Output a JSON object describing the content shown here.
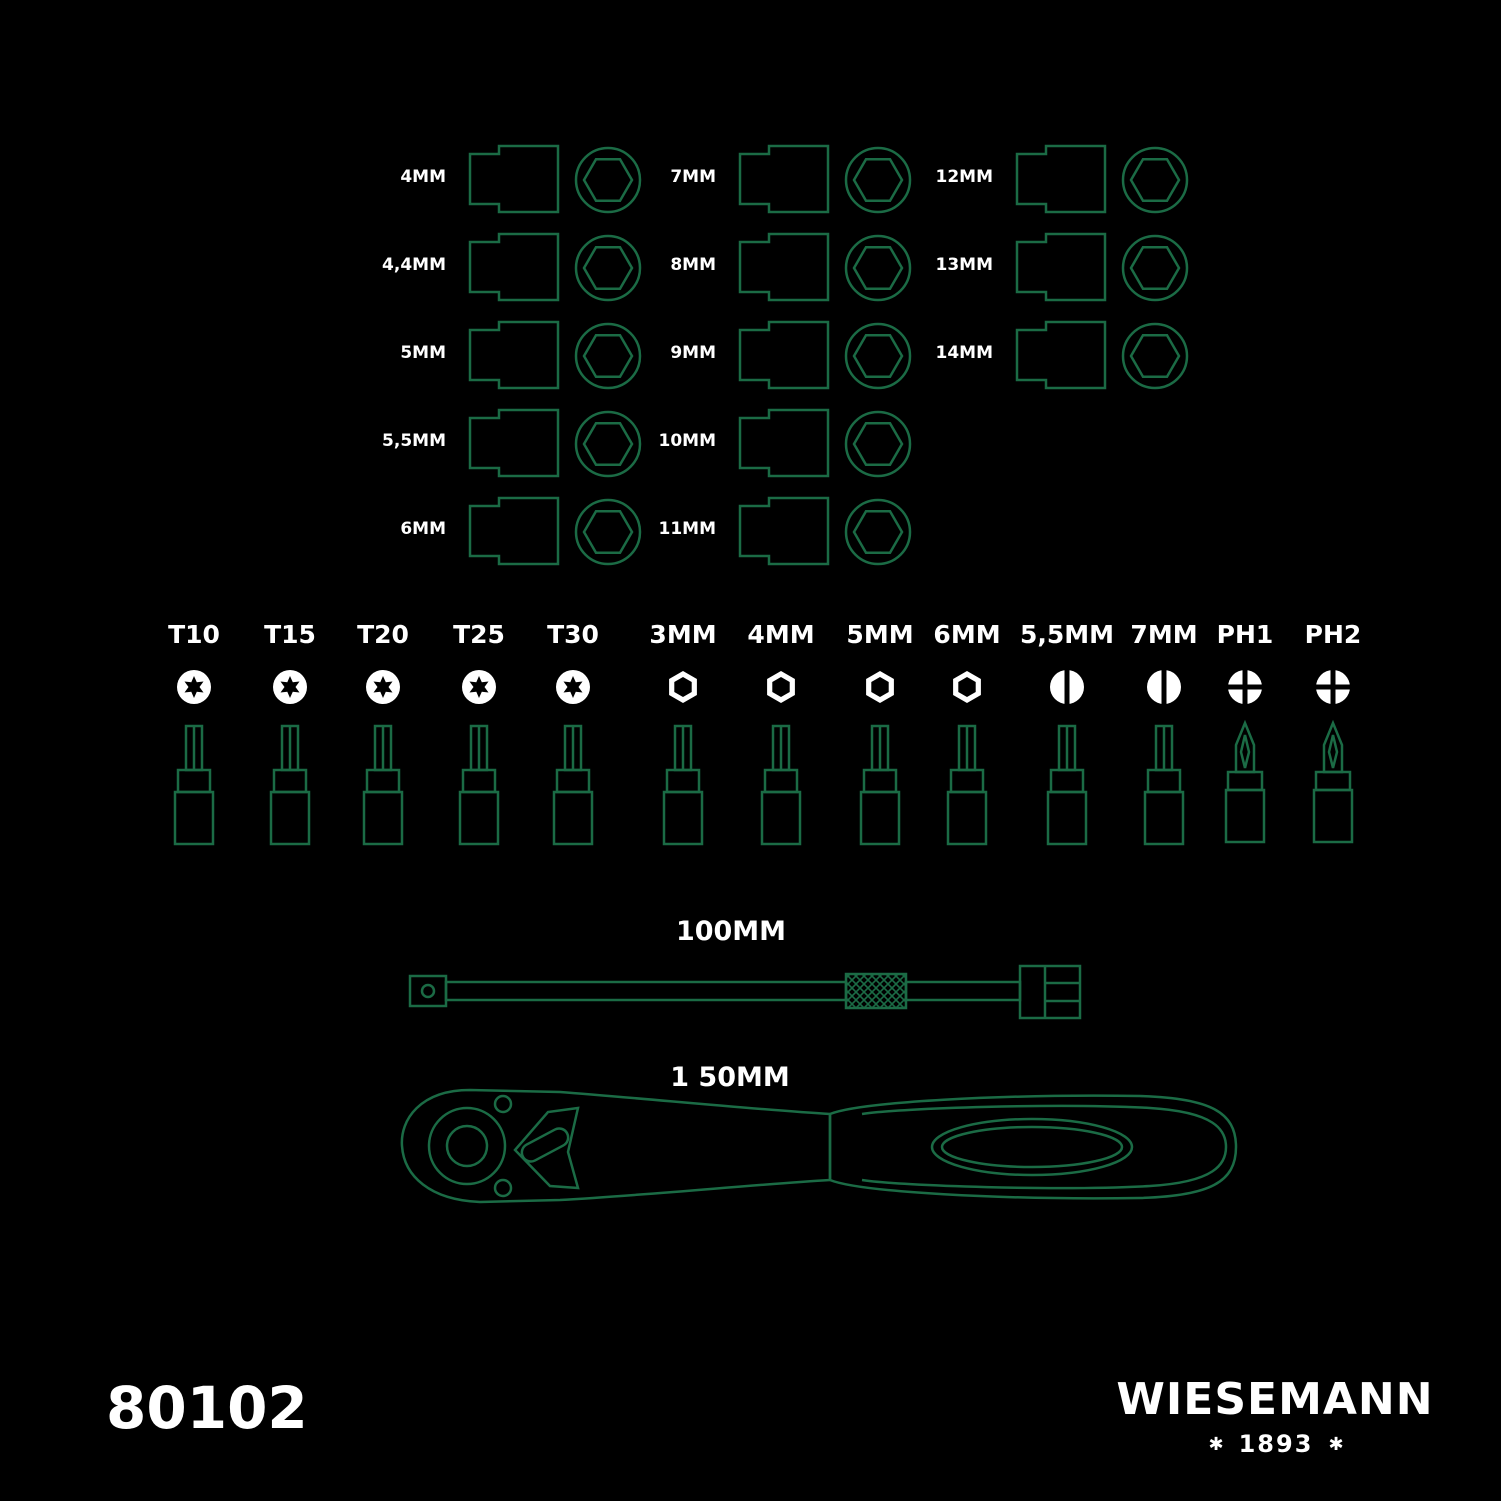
{
  "colors": {
    "background": "#000000",
    "outline": "#1b6b45",
    "text": "#ffffff"
  },
  "sockets": {
    "columns": [
      [
        "4MM",
        "4,4MM",
        "5MM",
        "5,5MM",
        "6MM"
      ],
      [
        "7MM",
        "8MM",
        "9MM",
        "10MM",
        "11MM"
      ],
      [
        "12MM",
        "13MM",
        "14MM"
      ]
    ]
  },
  "bits": [
    {
      "label": "T10",
      "type": "torx"
    },
    {
      "label": "T15",
      "type": "torx"
    },
    {
      "label": "T20",
      "type": "torx"
    },
    {
      "label": "T25",
      "type": "torx"
    },
    {
      "label": "T30",
      "type": "torx"
    },
    {
      "label": "3MM",
      "type": "hex"
    },
    {
      "label": "4MM",
      "type": "hex"
    },
    {
      "label": "5MM",
      "type": "hex"
    },
    {
      "label": "6MM",
      "type": "hex"
    },
    {
      "label": "5,5MM",
      "type": "slot"
    },
    {
      "label": "7MM",
      "type": "slot"
    },
    {
      "label": "PH1",
      "type": "phillips"
    },
    {
      "label": "PH2",
      "type": "phillips"
    }
  ],
  "extension": {
    "label": "100MM"
  },
  "ratchet": {
    "label": "1 50MM"
  },
  "footer": {
    "article_number": "80102",
    "brand": "WIESEMANN",
    "year": "1893"
  }
}
